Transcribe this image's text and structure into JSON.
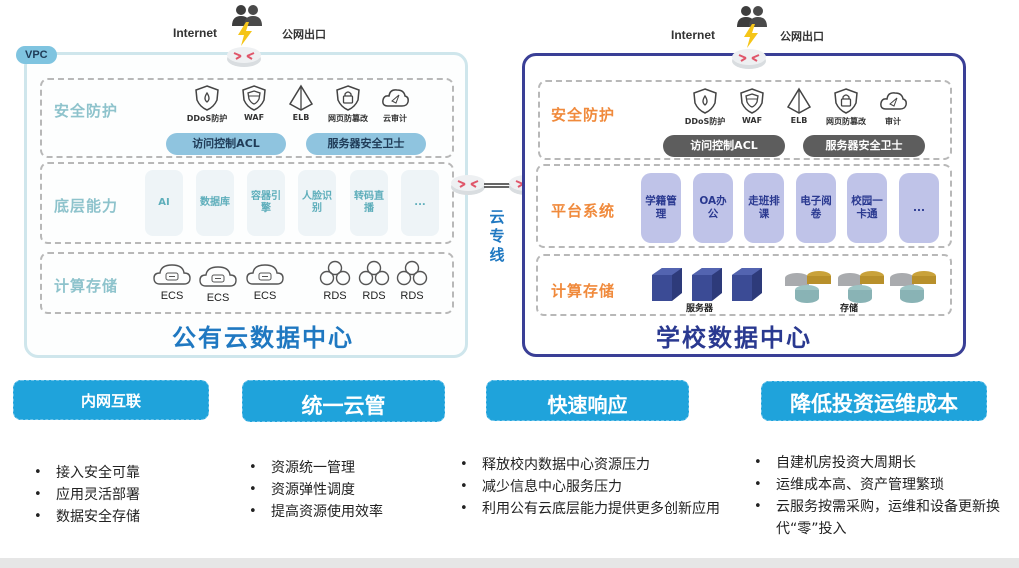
{
  "left_header": {
    "internet_label": "Internet",
    "egress_label": "公网出口"
  },
  "right_header": {
    "internet_label": "Internet",
    "egress_label": "公网出口"
  },
  "public_cloud": {
    "vpc_tag": "VPC",
    "title": "公有云数据中心",
    "security": {
      "label": "安全防护",
      "icons": [
        {
          "name": "ddos-shield-icon",
          "caption": "DDoS防护"
        },
        {
          "name": "waf-shield-icon",
          "caption": "WAF"
        },
        {
          "name": "elb-icon",
          "caption": "ELB"
        },
        {
          "name": "lock-shield-icon",
          "caption": "网页防篡改"
        },
        {
          "name": "cloud-audit-icon",
          "caption": "云审计"
        }
      ],
      "pills": [
        "访问控制ACL",
        "服务器安全卫士"
      ]
    },
    "base": {
      "label": "底层能力",
      "tiles": [
        "AI",
        "数据库",
        "容器引擎",
        "人脸识别",
        "转码直播",
        "..."
      ]
    },
    "compute": {
      "label": "计算存储",
      "items": [
        "ECS",
        "ECS",
        "ECS",
        "RDS",
        "RDS",
        "RDS"
      ]
    }
  },
  "link": {
    "label": "云专线",
    "chars": [
      "云",
      "专",
      "线"
    ]
  },
  "school": {
    "title": "学校数据中心",
    "security": {
      "label": "安全防护",
      "icons": [
        {
          "name": "ddos-shield-icon",
          "caption": "DDoS防护"
        },
        {
          "name": "waf-shield-icon",
          "caption": "WAF"
        },
        {
          "name": "elb-icon",
          "caption": "ELB"
        },
        {
          "name": "lock-shield-icon",
          "caption": "网页防篡改"
        },
        {
          "name": "cloud-audit-icon",
          "caption": "审计"
        }
      ],
      "pills": [
        "访问控制ACL",
        "服务器安全卫士"
      ]
    },
    "platform": {
      "label": "平台系统",
      "tiles": [
        "学籍管理",
        "OA办公",
        "走班排课",
        "电子阅卷",
        "校园一卡通",
        "..."
      ]
    },
    "compute": {
      "label": "计算存储",
      "server_caption": "服务器",
      "storage_caption": "存储"
    }
  },
  "benefits": [
    {
      "title": "内网互联",
      "points": [
        "接入安全可靠",
        "应用灵活部署",
        "数据安全存储"
      ]
    },
    {
      "title": "统一云管",
      "points": [
        "资源统一管理",
        "资源弹性调度",
        "提高资源使用效率"
      ]
    },
    {
      "title": "快速响应",
      "points": [
        "释放校内数据中心资源压力",
        "减少信息中心服务压力",
        "利用公有云底层能力提供更多创新应用"
      ]
    },
    {
      "title": "降低投资运维成本",
      "points": [
        "自建机房投资大周期长",
        "运维成本高、资产管理繁琐",
        "云服务按需采购，运维和设备更新换代“零”投入"
      ]
    }
  ],
  "colors": {
    "public_accent": "#1f78c1",
    "school_accent": "#2a3990",
    "school_label": "#f08a3c",
    "benefit_head": "#1fa3db"
  }
}
